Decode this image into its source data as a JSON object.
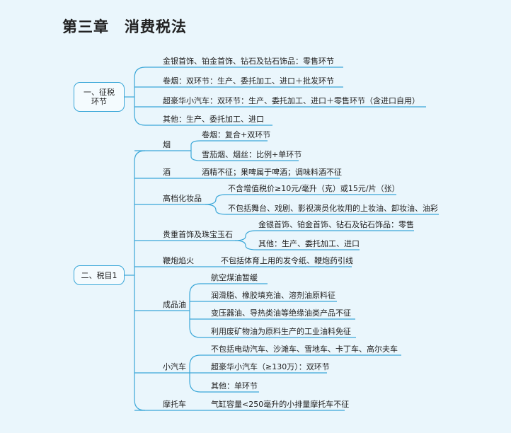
{
  "title": "第三章　消费税法",
  "colors": {
    "line": "#3aa7d8",
    "background": "#eaf6fc"
  },
  "section1": {
    "label": "一、征税环节",
    "items": [
      "金银首饰、铂金首饰、钻石及钻石饰品：零售环节",
      "卷烟：双环节：生产、委托加工、进口＋批发环节",
      "超豪华小汽车：双环节：生产、委托加工、进口＋零售环节（含进口自用）",
      "其他：生产、委托加工、进口"
    ]
  },
  "section2": {
    "label": "二、税目1",
    "tobacco": {
      "label": "烟",
      "items": [
        "卷烟：复合+双环节",
        "雪茄烟、烟丝：比例+单环节"
      ]
    },
    "alcohol": {
      "label": "酒",
      "items": [
        "酒精不征；果啤属于啤酒；调味料酒不征"
      ]
    },
    "cosmetics": {
      "label": "高档化妆品",
      "items": [
        "不含增值税价≥10元/毫升（克）或15元/片（张）",
        "不包括舞台、戏剧、影视演员化妆用的上妆油、卸妆油、油彩"
      ]
    },
    "jewelry": {
      "label": "贵重首饰及珠宝玉石",
      "items": [
        "金银首饰、铂金首饰、钻石及钻石饰品：零售",
        "其他：生产、委托加工、进口"
      ]
    },
    "fireworks": {
      "label": "鞭炮焰火",
      "items": [
        "不包括体育上用的发令纸、鞭炮药引线"
      ]
    },
    "oil": {
      "label": "成品油",
      "items": [
        "航空煤油暂缓",
        "润滑脂、橡胶填充油、溶剂油原料征",
        "变压器油、导热类油等绝缘油类产品不征",
        "利用废矿物油为原料生产的工业油料免征"
      ]
    },
    "car": {
      "label": "小汽车",
      "items": [
        "不包括电动汽车、沙滩车、雪地车、卡丁车、高尔夫车",
        "超豪华小汽车（≥130万）：双环节",
        "其他：单环节"
      ]
    },
    "motorcycle": {
      "label": "摩托车",
      "items": [
        "气缸容量<250毫升的小排量摩托车不征"
      ]
    }
  }
}
